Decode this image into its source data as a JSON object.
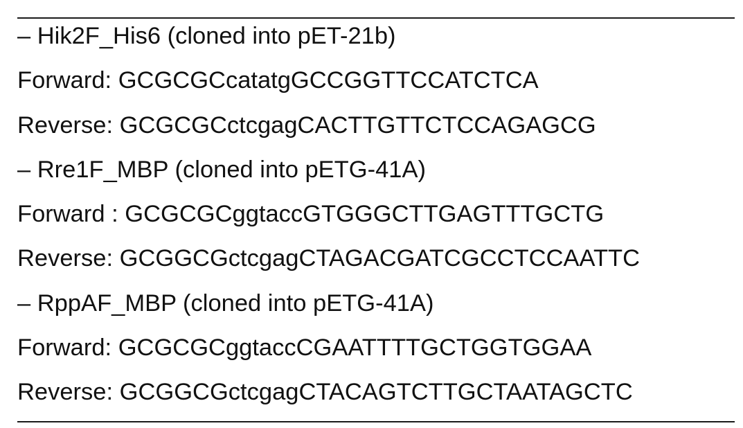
{
  "primer_table": {
    "lines": [
      "– Hik2F_His6 (cloned into pET-21b)",
      "Forward: GCGCGCcatatgGCCGGTTCCATCTCA",
      "Reverse: GCGCGCctcgagCACTTGTTCTCCAGAGCG",
      "– Rre1F_MBP (cloned into pETG-41A)",
      "Forward : GCGCGCggtaccGTGGGCTTGAGTTTGCTG",
      "Reverse: GCGGCGctcgagCTAGACGATCGCCTCCAATTC",
      "– RppAF_MBP (cloned into pETG-41A)",
      "Forward: GCGCGCggtaccCGAATTTTGCTGGTGGAA",
      "Reverse: GCGGCGctcgagCTACAGTCTTGCTAATAGCTC"
    ]
  }
}
